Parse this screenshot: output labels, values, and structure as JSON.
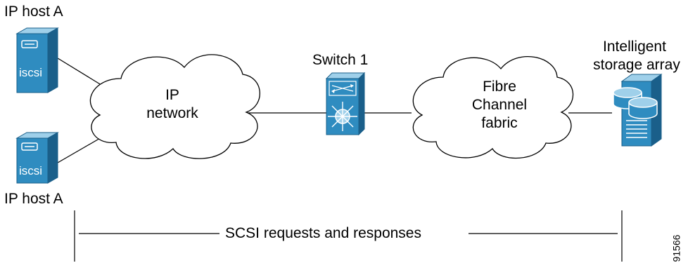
{
  "nodes": {
    "host_top": {
      "label": "IP host A",
      "badge": "iscsi"
    },
    "host_bottom": {
      "label": "IP host A",
      "badge": "iscsi"
    },
    "ip_network": {
      "line1": "IP",
      "line2": "network"
    },
    "switch": {
      "label": "Switch 1"
    },
    "fc_fabric": {
      "line1": "Fibre",
      "line2": "Channel",
      "line3": "fabric"
    },
    "storage": {
      "line1": "Intelligent",
      "line2": "storage array"
    }
  },
  "span": {
    "label": "SCSI requests and responses"
  },
  "figure_id": "91566",
  "colors": {
    "device_blue": "#2f8cc0",
    "device_dark": "#1a5f8a",
    "device_light": "#9fd0ea",
    "line": "#000000"
  }
}
